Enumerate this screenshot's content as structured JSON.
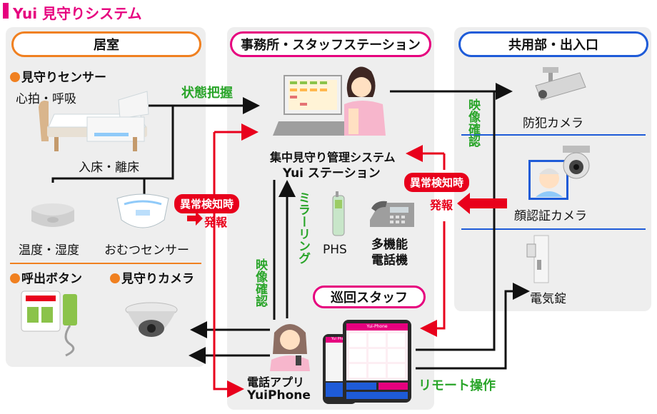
{
  "title": "Yui 見守りシステム",
  "panels": {
    "room": "居室",
    "office": "事務所・スタッフステーション",
    "common": "共用部・出入口"
  },
  "room": {
    "sensor_heading": "見守りセンサー",
    "heartbeat": "心拍・呼吸",
    "bed": "入床・離床",
    "temp": "温度・湿度",
    "diaper": "おむつセンサー",
    "call_button": "呼出ボタン",
    "watch_camera": "見守りカメラ"
  },
  "office": {
    "status_label": "状態把握",
    "system_name_1": "集中見守り管理システム",
    "system_name_2": "Yui ステーション",
    "phs": "PHS",
    "phone_1": "多機能",
    "phone_2": "電話機",
    "mirroring": "ミラーリング",
    "video_check": "映像確認",
    "patrol_staff": "巡回スタッフ",
    "app_1": "電話アプリ",
    "app_2": "YuiPhone",
    "remote": "リモート操作",
    "tablet_title": "Yui-Phone",
    "phone_title": "Yui Phone"
  },
  "common": {
    "security_camera": "防犯カメラ",
    "face_camera": "顔認証カメラ",
    "lock": "電気錠",
    "video_check": "映像確認"
  },
  "alerts": {
    "abnormal": "異常検知時",
    "alarm": "発報",
    "abnormal_right": "異常検知時",
    "alarm_right": "発報"
  },
  "colors": {
    "room": "#f08020",
    "office": "#e6007e",
    "common": "#1e5bd8",
    "alert": "#e8001c",
    "green": "#2aa52a"
  }
}
